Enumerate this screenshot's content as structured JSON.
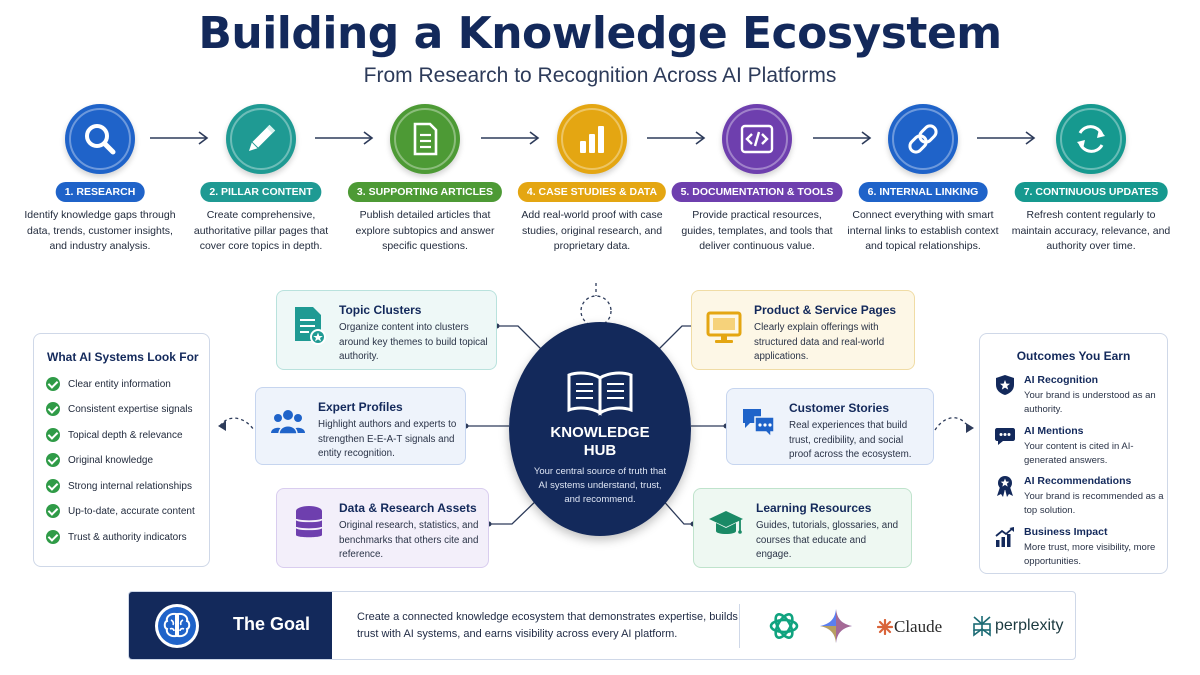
{
  "title": "Building a Knowledge Ecosystem",
  "subtitle": "From Research to Recognition Across AI Platforms",
  "colors": {
    "navy": "#13295b",
    "check_green": "#2f9b47"
  },
  "steps": [
    {
      "label": "1.  RESEARCH",
      "desc": "Identify knowledge gaps through data, trends, customer insights, and industry analysis.",
      "color": "#1f63c9",
      "icon": "magnifier-icon"
    },
    {
      "label": "2.  PILLAR CONTENT",
      "desc": "Create comprehensive, authoritative pillar pages that cover core topics in depth.",
      "color": "#1f9a93",
      "icon": "pencil-icon"
    },
    {
      "label": "3. SUPPORTING ARTICLES",
      "desc": "Publish detailed articles that explore subtopics and answer specific questions.",
      "color": "#4d9a35",
      "icon": "document-icon"
    },
    {
      "label": "4. CASE STUDIES & DATA",
      "desc": "Add real-world proof with case studies, original research, and proprietary data.",
      "color": "#e4a612",
      "icon": "bar-chart-icon"
    },
    {
      "label": "5. DOCUMENTATION & TOOLS",
      "desc": "Provide practical resources, guides, templates, and tools that deliver continuous value.",
      "color": "#6e3fae",
      "icon": "code-icon"
    },
    {
      "label": "6.  INTERNAL LINKING",
      "desc": "Connect everything with smart internal links to establish context and topical relationships.",
      "color": "#1f63c9",
      "icon": "link-icon"
    },
    {
      "label": "7. CONTINUOUS UPDATES",
      "desc": "Refresh content regularly to maintain accuracy, relevance, and authority over time.",
      "color": "#16998f",
      "icon": "refresh-icon"
    }
  ],
  "hub": {
    "title": "KNOWLEDGE\nHUB",
    "desc": "Your central source of truth that AI systems understand, trust, and recommend.",
    "icon": "open-book-icon"
  },
  "cards": {
    "topic_clusters": {
      "title": "Topic Clusters",
      "desc": "Organize content into clusters around key themes to build topical authority."
    },
    "product_pages": {
      "title": "Product & Service Pages",
      "desc": "Clearly explain offerings with structured data and real-world applications."
    },
    "expert_profiles": {
      "title": "Expert Profiles",
      "desc": "Highlight authors and experts to strengthen E-E-A-T signals and entity recognition."
    },
    "customer_stories": {
      "title": "Customer Stories",
      "desc": "Real experiences that build trust, credibility, and social proof across the ecosystem."
    },
    "data_assets": {
      "title": "Data & Research Assets",
      "desc": "Original research, statistics, and benchmarks that others cite and reference."
    },
    "learning_resources": {
      "title": "Learning Resources",
      "desc": "Guides, tutorials, glossaries, and courses that educate and engage."
    }
  },
  "looks_for": {
    "title": "What AI Systems Look For",
    "items": [
      "Clear entity information",
      "Consistent expertise signals",
      "Topical depth & relevance",
      "Original knowledge",
      "Strong internal relationships",
      "Up-to-date, accurate content",
      "Trust & authority indicators"
    ]
  },
  "outcomes": {
    "title": "Outcomes You Earn",
    "items": [
      {
        "title": "AI Recognition",
        "desc": "Your brand is understood as an authority.",
        "icon": "shield-star-icon"
      },
      {
        "title": "AI Mentions",
        "desc": "Your content is cited in AI-generated answers.",
        "icon": "chat-bubble-icon"
      },
      {
        "title": "AI Recommendations",
        "desc": "Your brand is recommended as a top solution.",
        "icon": "award-ribbon-icon"
      },
      {
        "title": "Business Impact",
        "desc": "More trust, more visibility, more opportunities.",
        "icon": "growth-chart-icon"
      }
    ]
  },
  "goal": {
    "title": "The Goal",
    "text": "Create a connected knowledge ecosystem that demonstrates expertise, builds trust with AI systems, and earns visibility across every AI platform.",
    "icon": "brain-icon",
    "brands": {
      "claude": "Claude",
      "perplexity": "perplexity"
    }
  }
}
